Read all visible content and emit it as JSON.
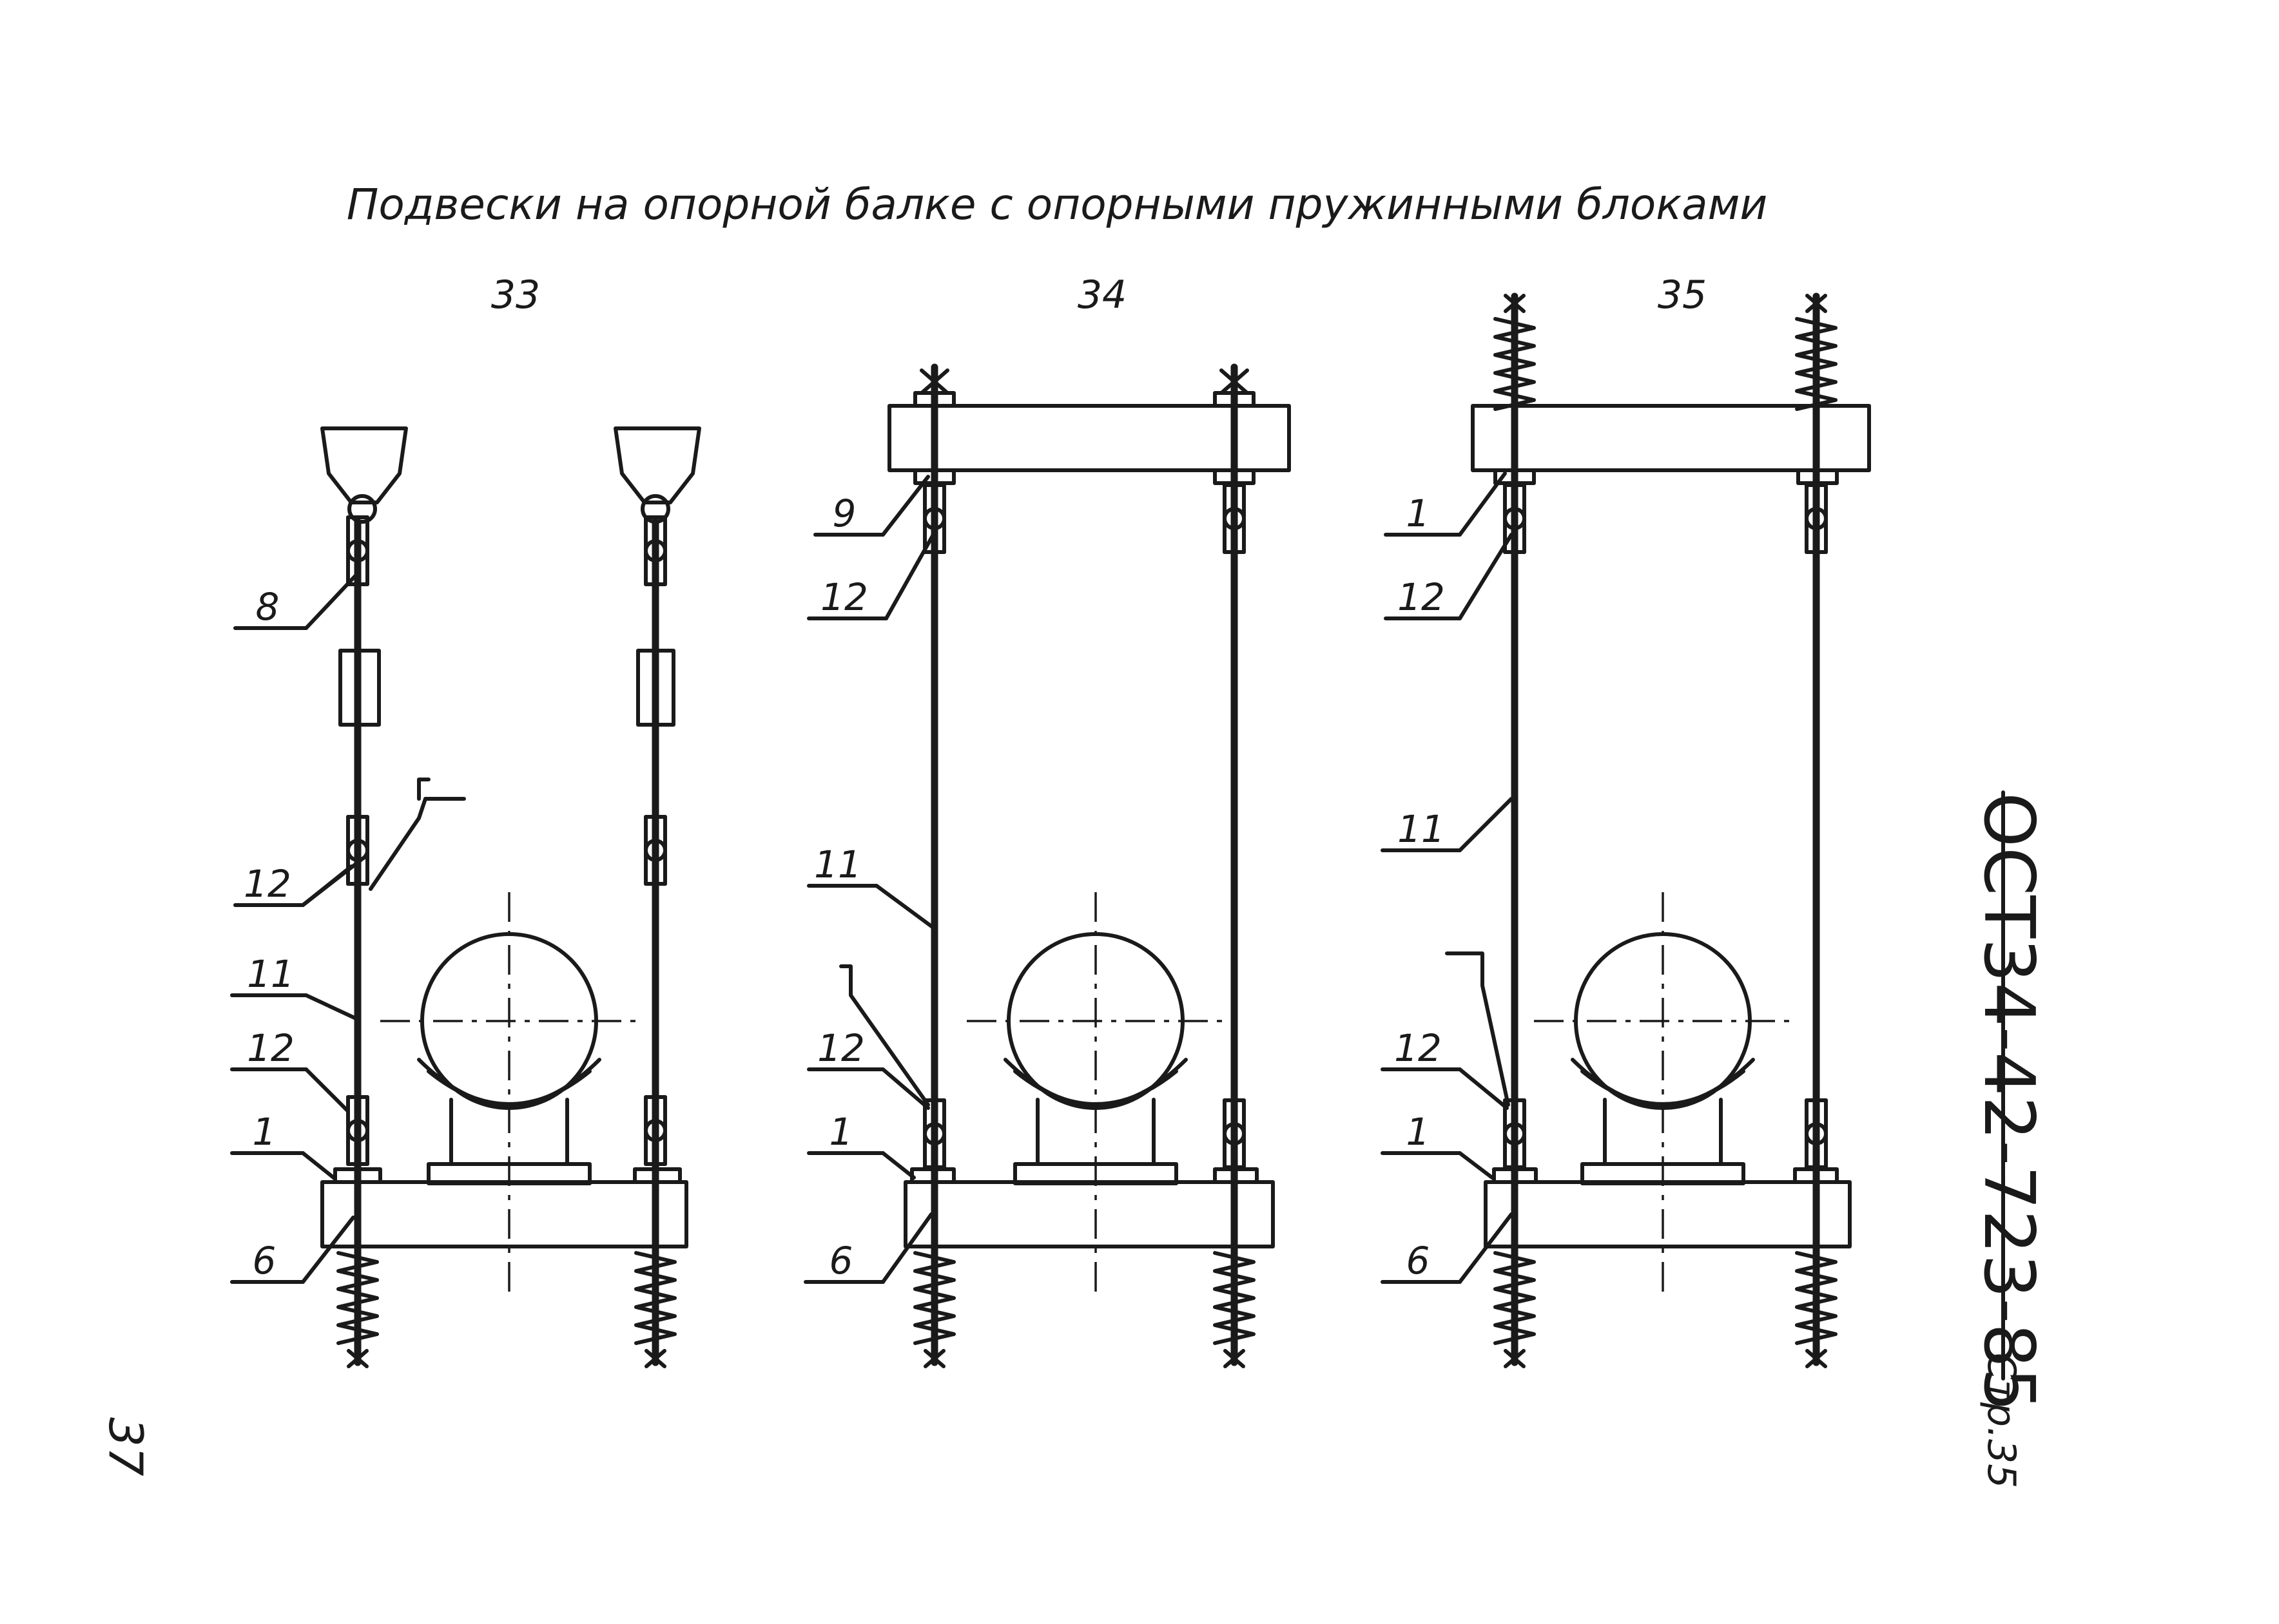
{
  "title": "Подвески на опорной балке с опорными пружинными блоками",
  "variants": [
    {
      "number": "33",
      "callouts": {
        "rod_top": "8",
        "clamp_upper": "12",
        "rod": "11",
        "clamp_lower": "12",
        "washer": "1",
        "nut": "6"
      }
    },
    {
      "number": "34",
      "callouts": {
        "washer_top": "9",
        "clamp_upper": "12",
        "rod": "11",
        "clamp_lower": "12",
        "washer": "1",
        "nut": "6"
      }
    },
    {
      "number": "35",
      "callouts": {
        "washer_top": "1",
        "clamp_upper": "12",
        "rod": "11",
        "clamp_lower": "12",
        "washer": "1",
        "nut": "6"
      }
    }
  ],
  "document": {
    "code": "ОСТ34-42-723-85",
    "sheet": "Стр.35"
  },
  "page_number": "37"
}
